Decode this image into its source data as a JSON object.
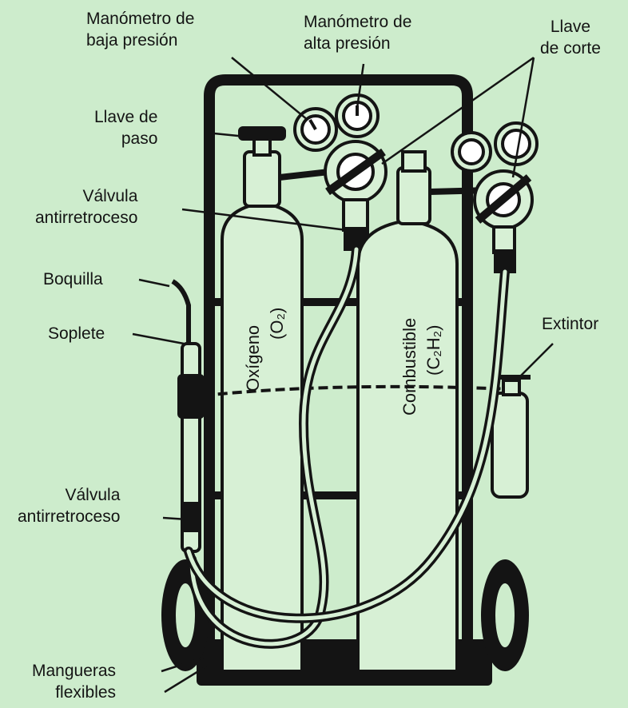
{
  "colors": {
    "background": "#cdeccc",
    "line": "#141414",
    "cylinder": "#d7f0d5"
  },
  "labels": {
    "manometro_baja": [
      "Manómetro de",
      "baja presión"
    ],
    "manometro_alta": [
      "Manómetro de",
      "alta presión"
    ],
    "llave_corte": [
      "Llave",
      "de corte"
    ],
    "llave_paso": [
      "Llave de",
      "paso"
    ],
    "valvula_top": [
      "Válvula",
      "antirretroceso"
    ],
    "boquilla": "Boquilla",
    "soplete": "Soplete",
    "extintor": "Extintor",
    "valvula_bottom": [
      "Válvula",
      "antirretroceso"
    ],
    "mangueras": [
      "Mangueras",
      "flexibles"
    ]
  },
  "cylinders": {
    "oxygen": "Oxígeno",
    "oxygen_formula": "(O₂)",
    "fuel": "Combustible",
    "fuel_formula": "(C₂H₂)"
  }
}
